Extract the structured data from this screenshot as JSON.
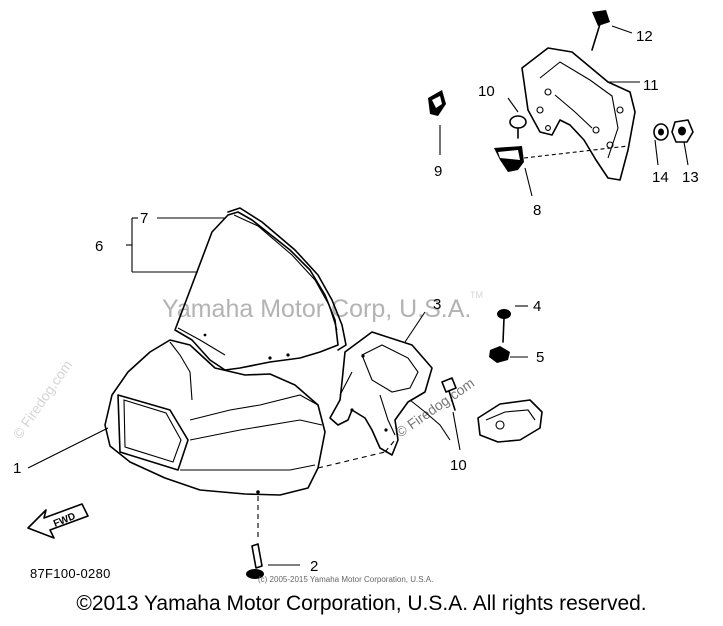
{
  "watermark_main": "Yamaha Motor Corp, U.S.A.",
  "watermark_tm": "TM",
  "watermark_side": "© Firedog.com",
  "watermark_center": "© Firedog.com",
  "part_code": "87F100-0280",
  "small_copyright": "(c) 2005-2015 Yamaha Motor Corporation, U.S.A.",
  "fwd_label": "FWD",
  "copyright": "©2013 Yamaha Motor Corporation, U.S.A. All rights reserved.",
  "callouts": {
    "c1": "1",
    "c2": "2",
    "c3": "3",
    "c4": "4",
    "c5": "5",
    "c6": "6",
    "c7": "7",
    "c8": "8",
    "c9": "9",
    "c10a": "10",
    "c10b": "10",
    "c11": "11",
    "c12": "12",
    "c13": "13",
    "c14": "14"
  }
}
